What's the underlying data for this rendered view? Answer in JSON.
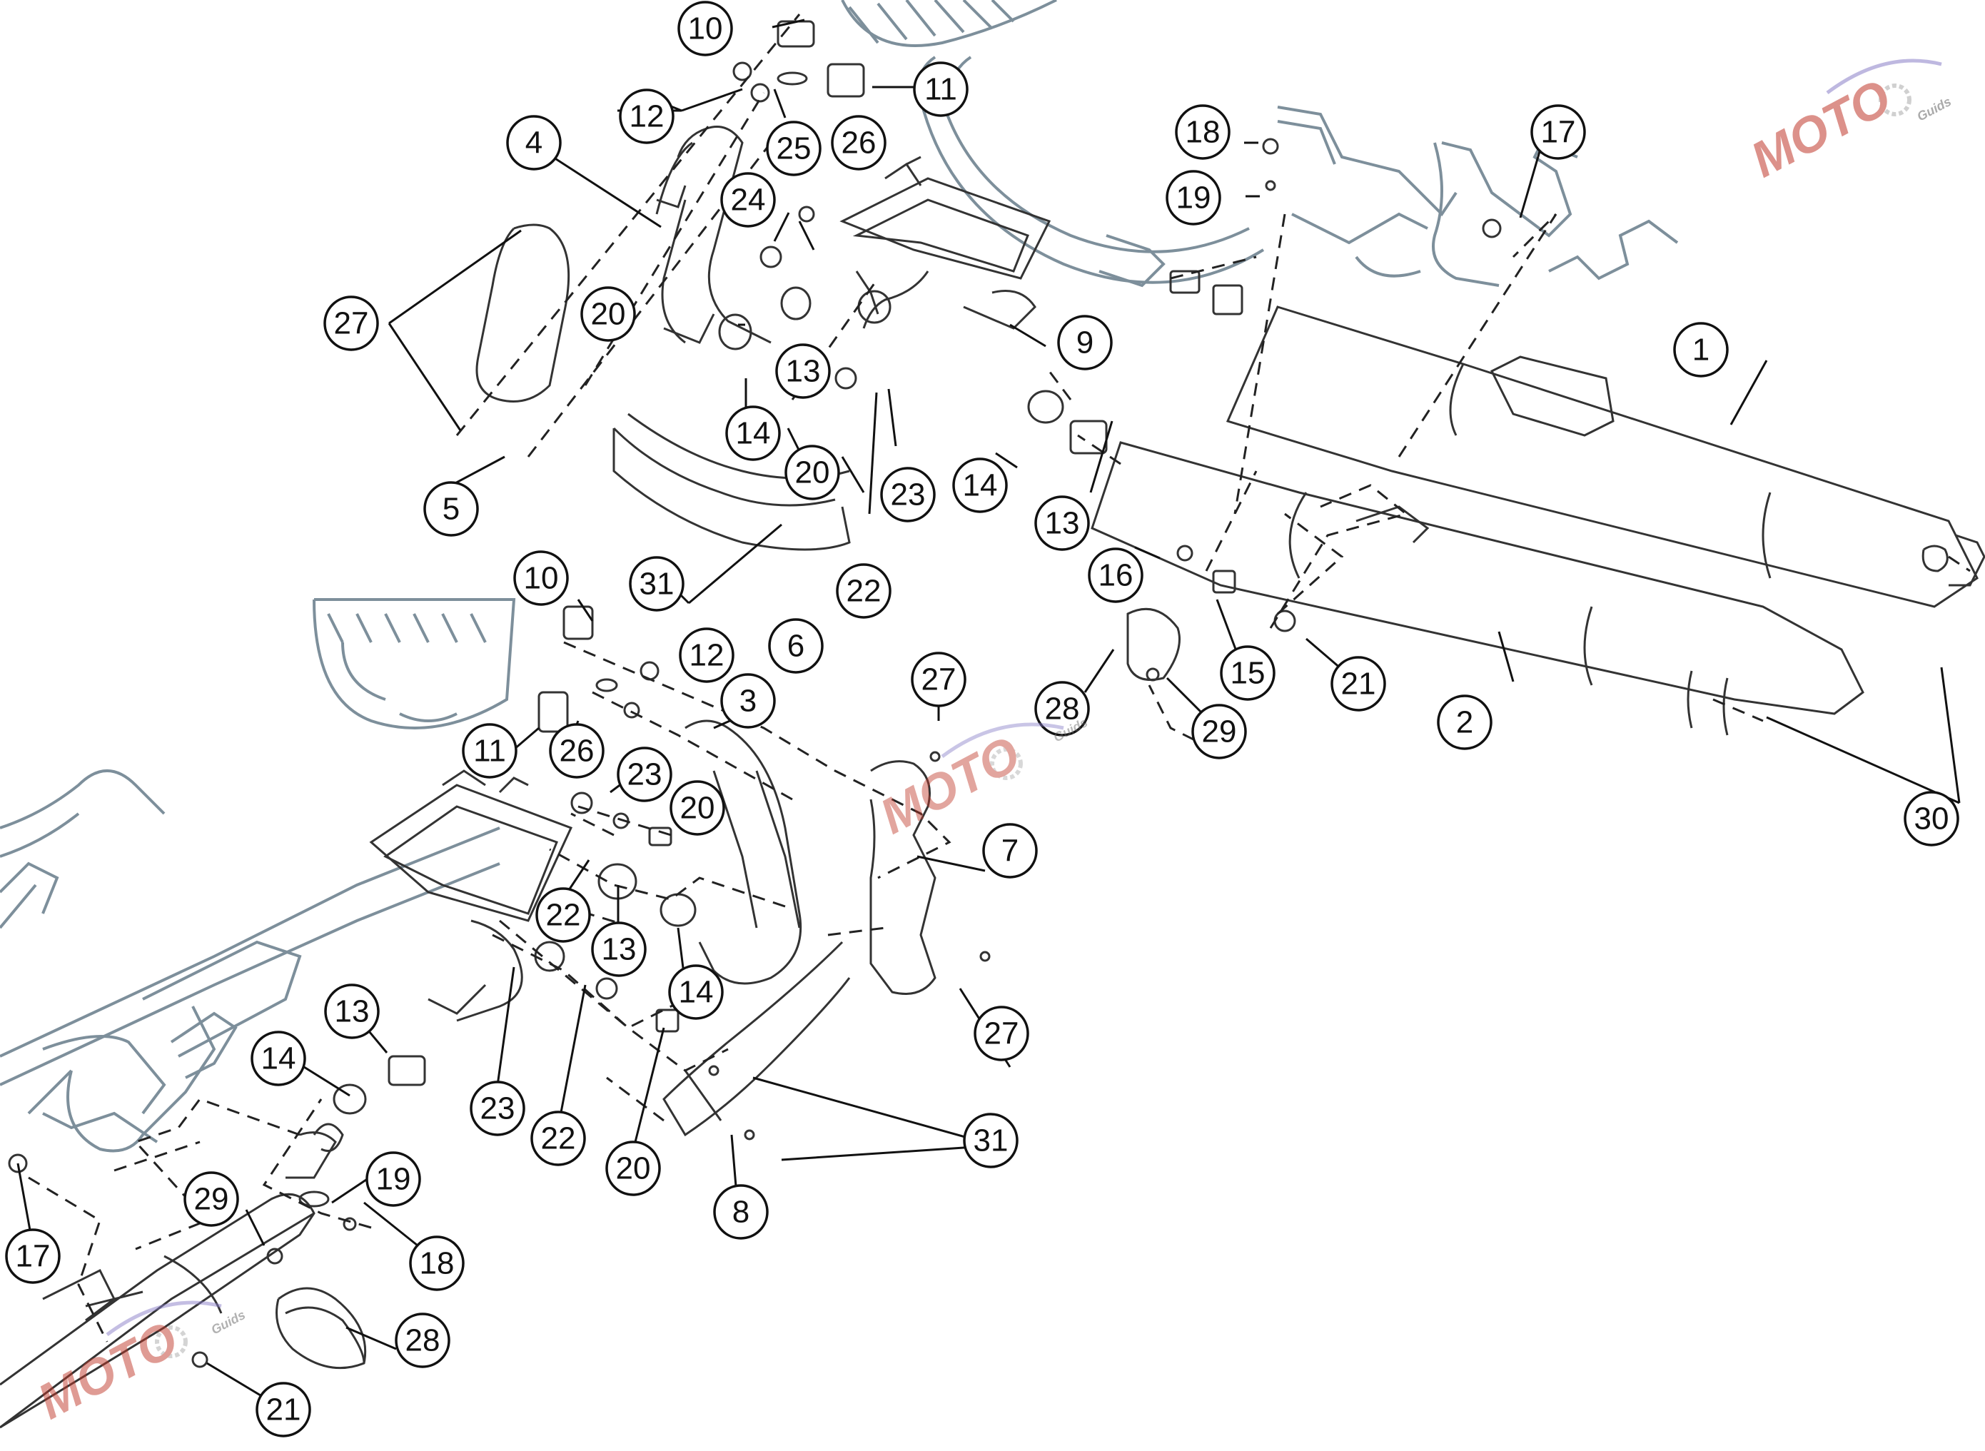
{
  "callouts": [
    {
      "label": "1"
    },
    {
      "label": "2"
    },
    {
      "label": "3"
    },
    {
      "label": "4"
    },
    {
      "label": "5"
    },
    {
      "label": "6"
    },
    {
      "label": "7"
    },
    {
      "label": "8"
    },
    {
      "label": "9"
    },
    {
      "label": "10"
    },
    {
      "label": "10"
    },
    {
      "label": "11"
    },
    {
      "label": "11"
    },
    {
      "label": "12"
    },
    {
      "label": "12"
    },
    {
      "label": "13"
    },
    {
      "label": "13"
    },
    {
      "label": "13"
    },
    {
      "label": "13"
    },
    {
      "label": "14"
    },
    {
      "label": "14"
    },
    {
      "label": "14"
    },
    {
      "label": "14"
    },
    {
      "label": "15"
    },
    {
      "label": "16"
    },
    {
      "label": "17"
    },
    {
      "label": "17"
    },
    {
      "label": "18"
    },
    {
      "label": "18"
    },
    {
      "label": "19"
    },
    {
      "label": "19"
    },
    {
      "label": "20"
    },
    {
      "label": "20"
    },
    {
      "label": "20"
    },
    {
      "label": "20"
    },
    {
      "label": "21"
    },
    {
      "label": "21"
    },
    {
      "label": "22"
    },
    {
      "label": "22"
    },
    {
      "label": "22"
    },
    {
      "label": "23"
    },
    {
      "label": "23"
    },
    {
      "label": "23"
    },
    {
      "label": "24"
    },
    {
      "label": "25"
    },
    {
      "label": "26"
    },
    {
      "label": "26"
    },
    {
      "label": "27"
    },
    {
      "label": "27"
    },
    {
      "label": "27"
    },
    {
      "label": "28"
    },
    {
      "label": "28"
    },
    {
      "label": "29"
    },
    {
      "label": "29"
    },
    {
      "label": "30"
    },
    {
      "label": "31"
    },
    {
      "label": "31"
    }
  ],
  "watermark": {
    "logo_text": "MOTO",
    "sub_text": "Guids"
  },
  "colors": {
    "line": "#222222",
    "frame": "#7d8f9b",
    "circle_fill": "#ffffff",
    "watermark_red": "#c0392b",
    "watermark_blue": "#8a7fc8"
  }
}
